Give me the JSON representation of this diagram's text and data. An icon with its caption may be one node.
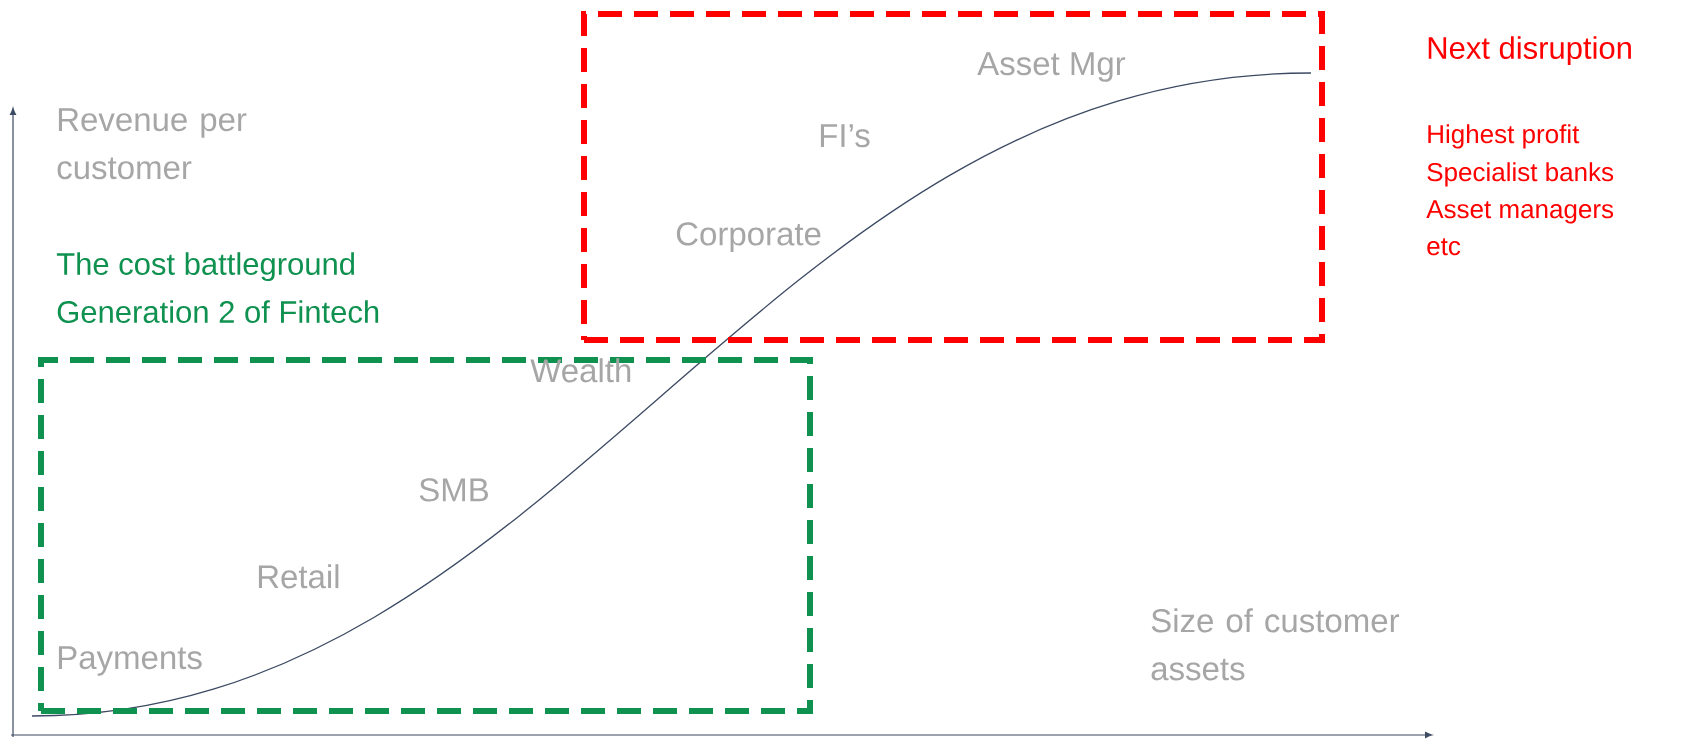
{
  "diagram": {
    "nodes": [
      {
        "text": [],
        "shape": "box",
        "beside": [
          "Next disruption",
          "Highest profit",
          "Specialist banks",
          "Asset managers",
          "etc"
        ]
      },
      {
        "text": [],
        "shape": "box",
        "beside": [
          "The cost battleground",
          "Generation 2 of Fintech"
        ]
      }
    ],
    "labels": [
      "Asset Mgr",
      "Revenue per customer",
      "FI’s",
      "Corporate",
      "Wealth",
      "SMB",
      "Retail",
      "Size of customer assets",
      "Payments"
    ]
  }
}
